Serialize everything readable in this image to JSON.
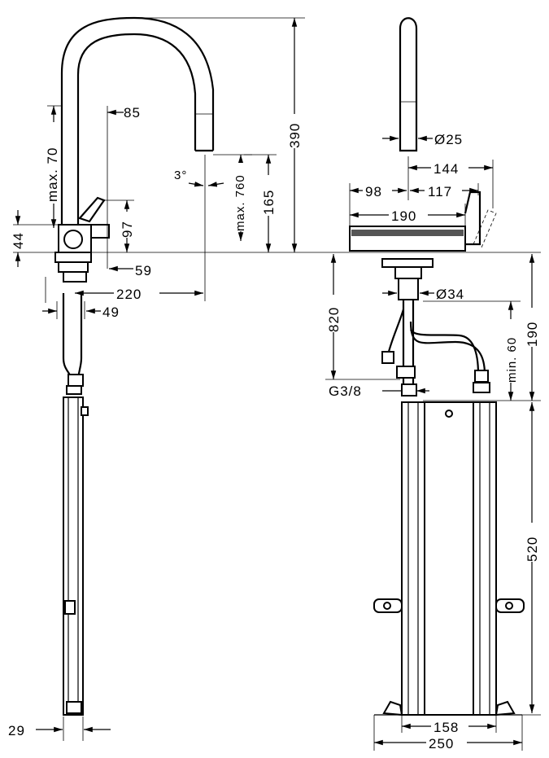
{
  "side_view": {
    "dims": {
      "height_390": "390",
      "reach_85": "85",
      "max_70": "max. 70",
      "angle_3": "3°",
      "max_760": "max. 760",
      "h_165": "165",
      "h_97": "97",
      "h_44": "44",
      "w_59": "59",
      "w_220": "220",
      "w_49": "49",
      "w_29": "29"
    }
  },
  "front_view": {
    "dims": {
      "d_25": "Ø25",
      "w_144": "144",
      "w_98": "98",
      "w_117": "117",
      "w_190": "190",
      "d_34": "Ø34",
      "h_820": "820",
      "min_60": "min. 60",
      "h_190": "190",
      "g_38": "G3/8",
      "h_520": "520",
      "w_158": "158",
      "w_250": "250"
    }
  }
}
